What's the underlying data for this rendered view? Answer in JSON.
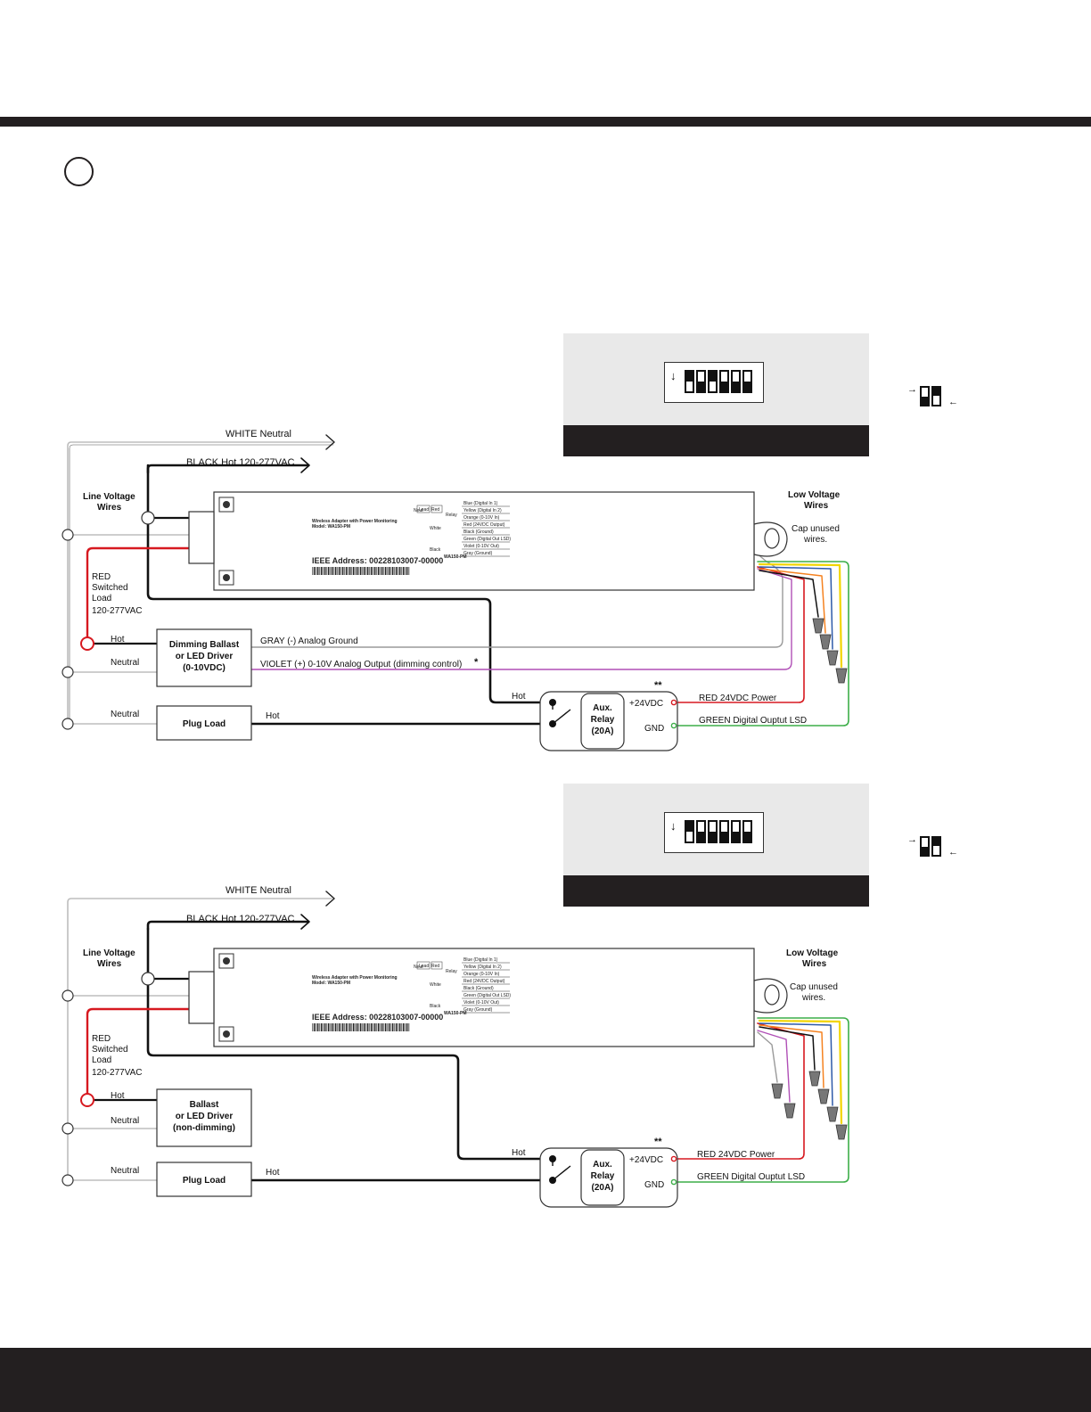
{
  "diagrams": [
    {
      "white_neutral": "WHITE Neutral",
      "black_hot": "BLACK Hot 120-277VAC",
      "line_voltage_1": "Line Voltage",
      "line_voltage_2": "Wires",
      "low_voltage_1": "Low Voltage",
      "low_voltage_2": "Wires",
      "cap_unused_1": "Cap unused",
      "cap_unused_2": "wires.",
      "red_switched": [
        "RED",
        "Switched",
        "Load",
        "120-277VAC"
      ],
      "hot": "Hot",
      "neutral": "Neutral",
      "ballast": [
        "Dimming Ballast",
        "or LED Driver",
        "(0-10VDC)"
      ],
      "gray_label": "GRAY  (-)  Analog Ground",
      "violet_label": "VIOLET (+) 0-10V Analog Output (dimming control)",
      "asterisk": "*",
      "neutral_plug": "Neutral",
      "plug_load": "Plug Load",
      "hot_plug": "Hot",
      "relay_hot": "Hot",
      "relay": [
        "Aux.",
        "Relay",
        "(20A)"
      ],
      "v24": "+24VDC",
      "gnd": "GND",
      "dbl_asterisk": "**",
      "red_24v": "RED 24VDC Power",
      "green_lsd": "GREEN Digital Ouptut LSD"
    },
    {
      "white_neutral": "WHITE Neutral",
      "black_hot": "BLACK Hot 120-277VAC",
      "line_voltage_1": "Line Voltage",
      "line_voltage_2": "Wires",
      "low_voltage_1": "Low Voltage",
      "low_voltage_2": "Wires",
      "cap_unused_1": "Cap unused",
      "cap_unused_2": "wires.",
      "red_switched": [
        "RED",
        "Switched",
        "Load",
        "120-277VAC"
      ],
      "hot": "Hot",
      "neutral": "Neutral",
      "ballast": [
        "Ballast",
        "or LED Driver",
        "(non-dimming)"
      ],
      "neutral_plug": "Neutral",
      "plug_load": "Plug Load",
      "hot_plug": "Hot",
      "relay_hot": "Hot",
      "relay": [
        "Aux.",
        "Relay",
        "(20A)"
      ],
      "v24": "+24VDC",
      "gnd": "GND",
      "dbl_asterisk": "**",
      "red_24v": "RED 24VDC Power",
      "green_lsd": "GREEN Digital Ouptut LSD"
    }
  ],
  "label": {
    "title": "Wireless Adapter with Power Monitoring",
    "model": "Model: WA150-PM",
    "ieee": "IEEE Address: 00228103007-00000",
    "wires": [
      "Blue (Digital In 1)",
      "Yellow (Digital In 2)",
      "Orange (0-10V In)",
      "Red (24VDC Output)",
      "Black (Ground)",
      "Green (Digital Out LSD)",
      "Violet (0-10V Out)",
      "Gray (Ground)"
    ],
    "load": "Load",
    "neut": "Neut",
    "red": "Red",
    "relay": "Relay",
    "white": "White",
    "black": "Black",
    "device": "WA150-PM"
  },
  "colors": {
    "red": "#d71920",
    "green": "#3dae49",
    "violet": "#b04fb6",
    "gray": "#9a9a9a",
    "yellow": "#f2d500",
    "orange": "#f58220",
    "blue": "#2e5aa8",
    "black": "#111111",
    "dark_band": "#231f20",
    "panel": "#e9e9e9"
  },
  "dip_switches": [
    {
      "arrow": "↓",
      "pattern": [
        "down",
        "up",
        "down",
        "up",
        "up",
        "up"
      ]
    },
    {
      "arrow": "↓",
      "pattern": [
        "down",
        "up",
        "up",
        "up",
        "up",
        "up"
      ]
    }
  ]
}
